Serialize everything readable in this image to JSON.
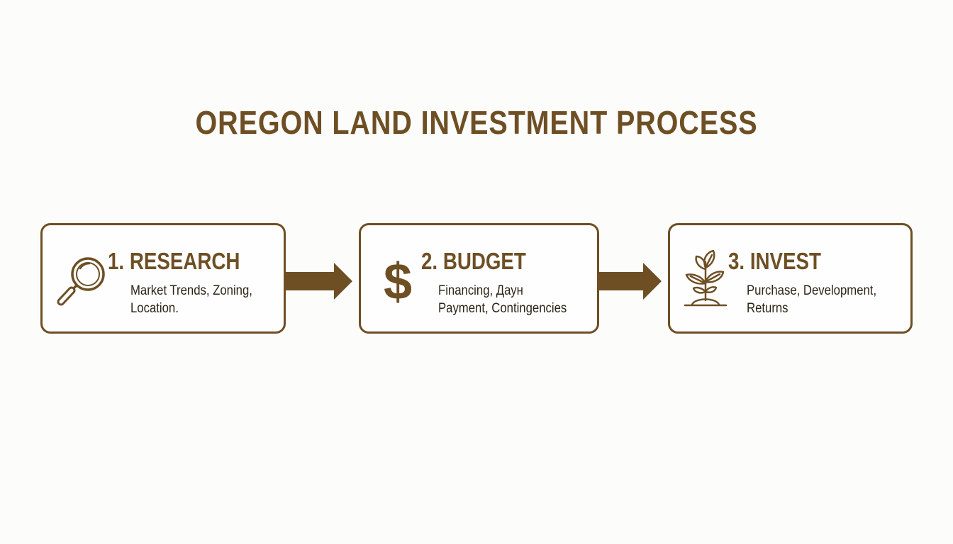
{
  "title": "OREGON LAND INVESTMENT PROCESS",
  "colors": {
    "accent": "#6e4f24",
    "text": "#2d2417",
    "background": "#fcfcfb"
  },
  "steps": [
    {
      "label": "1. RESEARCH",
      "icon": "magnifying-glass-icon",
      "desc_line1": "Market Trends, Zoning,",
      "desc_line2": "Location."
    },
    {
      "label": "2. BUDGET",
      "icon": "dollar-sign-icon",
      "desc_line1": "Financing, Даун",
      "desc_line2": "Payment, Contingencies"
    },
    {
      "label": "3. INVEST",
      "icon": "sprout-icon",
      "desc_line1": "Purchase, Development,",
      "desc_line2": "Returns"
    }
  ]
}
